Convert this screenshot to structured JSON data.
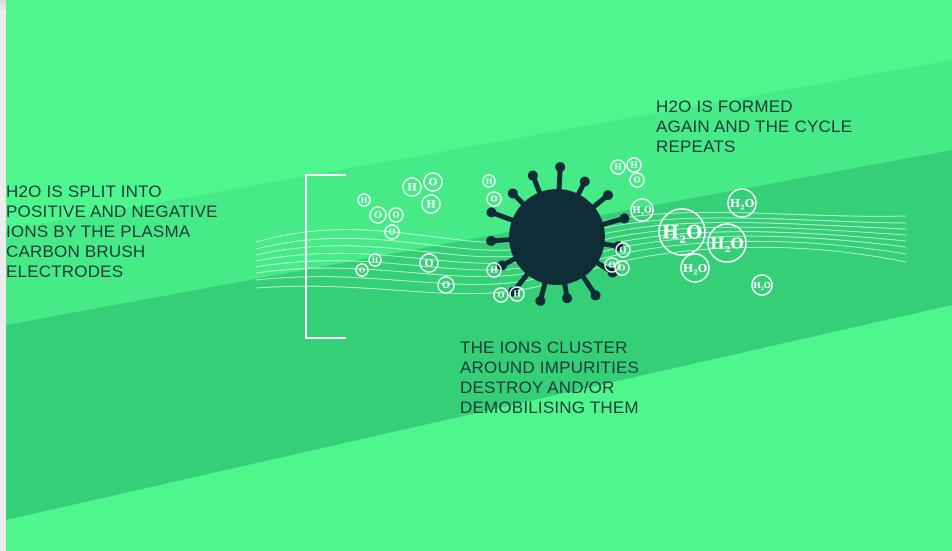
{
  "colors": {
    "background_light": "#4ef78e",
    "band_mid": "#3fe082",
    "band_dark": "#35cf77",
    "virus": "#0f2d37",
    "molecule_stroke": "#ffffff",
    "text": "#1d3a3a"
  },
  "captions": {
    "split": [
      "H2O IS SPLIT INTO",
      "POSITIVE AND NEGATIVE",
      "IONS BY THE PLASMA",
      "CARBON BRUSH",
      "ELECTRODES"
    ],
    "formed": [
      "H2O IS FORMED",
      "AGAIN AND THE CYCLE",
      "REPEATS"
    ],
    "cluster": [
      "THE IONS CLUSTER",
      "AROUND IMPURITIES",
      "DESTROY AND/OR",
      "DEMOBILISING THEM"
    ]
  },
  "icons": {
    "impurity": "virus-icon",
    "electrode": "bracket-icon",
    "molecule": "ion-circle-icon"
  },
  "ions_left": [
    "H",
    "O",
    "O",
    "O",
    "H",
    "O",
    "H",
    "O",
    "H",
    "O"
  ],
  "ions_around_virus": [
    "H",
    "O",
    "O",
    "H",
    "H",
    "O",
    "H",
    "O",
    "O",
    "O",
    "O",
    "H"
  ],
  "water_molecules": [
    "H2O",
    "H2O",
    "H2O",
    "H2O",
    "H2O",
    "H2O",
    "H2O"
  ]
}
